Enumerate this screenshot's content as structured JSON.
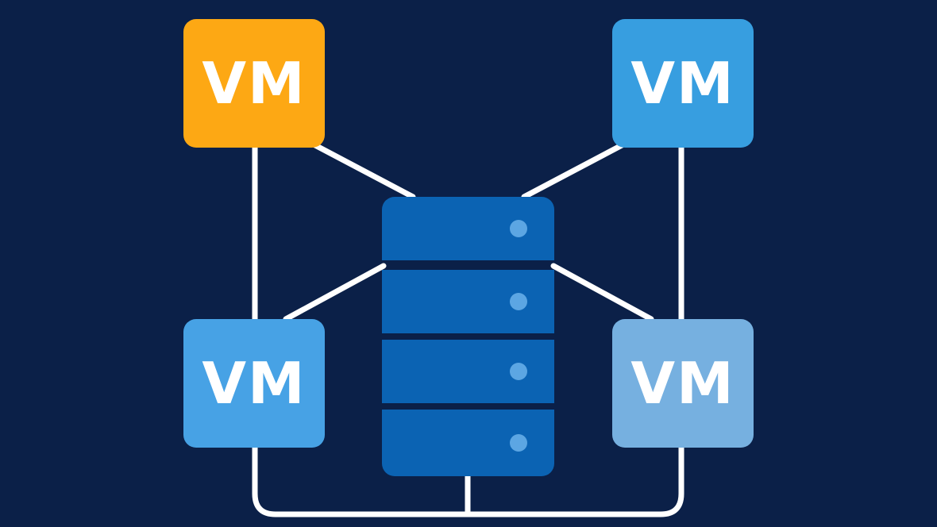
{
  "vms": {
    "top_left": {
      "label": "VM",
      "color": "#fda814"
    },
    "top_right": {
      "label": "VM",
      "color": "#379ee0"
    },
    "bottom_left": {
      "label": "VM",
      "color": "#47a2e5"
    },
    "bottom_right": {
      "label": "VM",
      "color": "#76b0e0"
    }
  },
  "server": {
    "unit_color": "#0b63b3",
    "led_color": "#5ca6e3",
    "unit_count": 4
  },
  "colors": {
    "background": "#0b2048",
    "connector": "#ffffff"
  }
}
